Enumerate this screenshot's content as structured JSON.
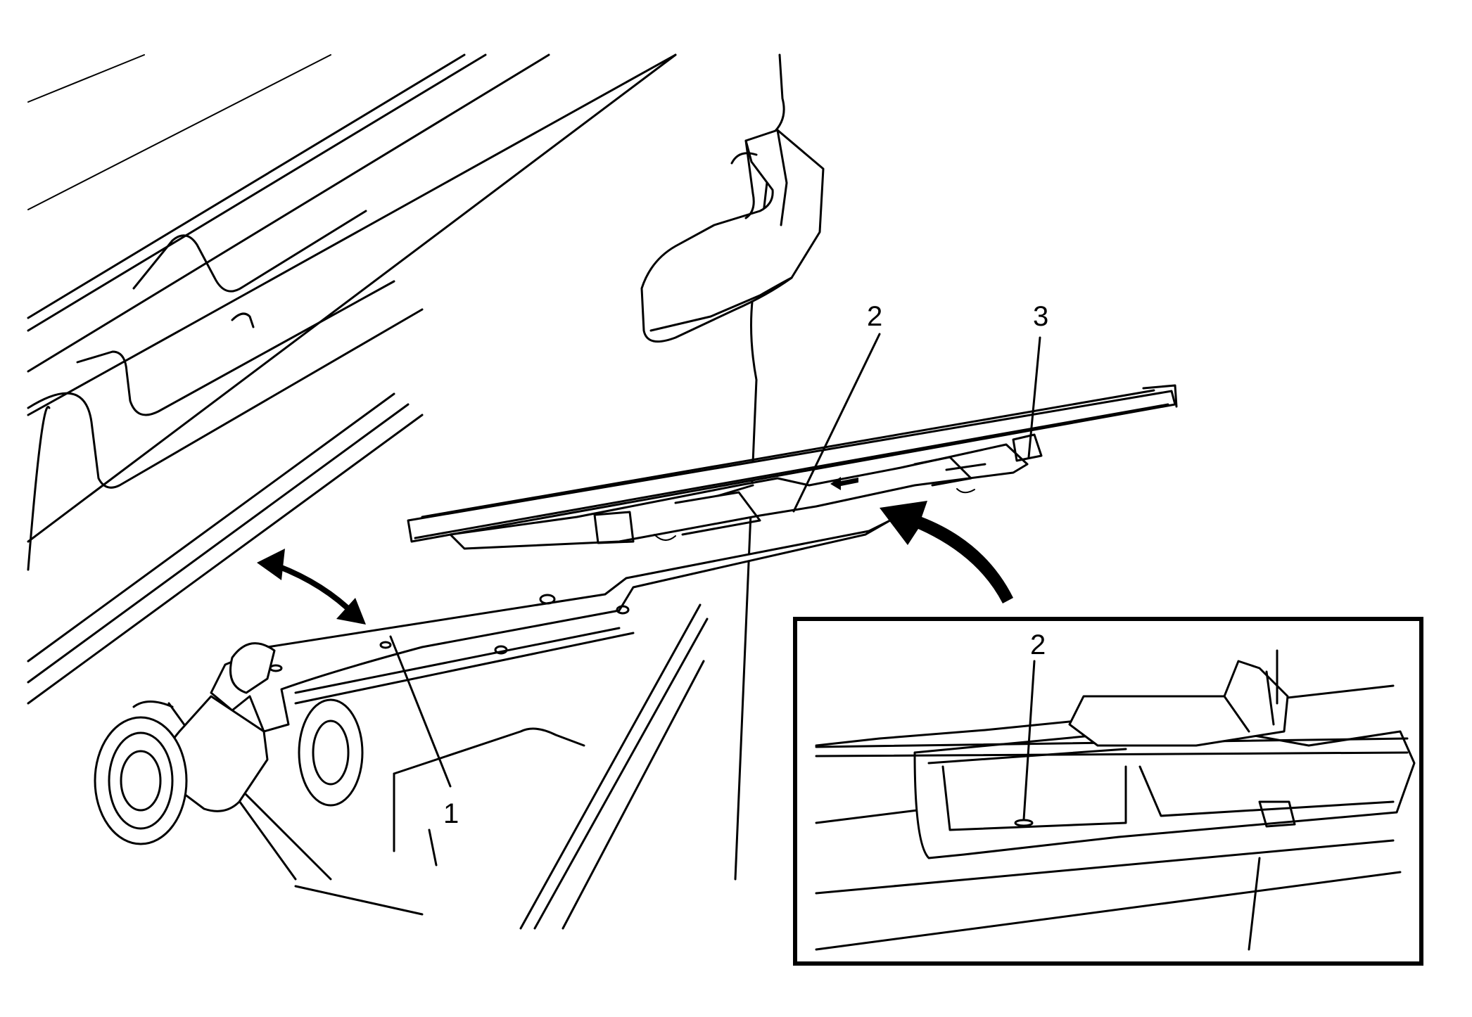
{
  "callouts": {
    "c1": "1",
    "c2": "2",
    "c3": "3",
    "c2_detail": "2"
  },
  "icons": [
    "pivot-arrow-icon",
    "curved-arrow-icon",
    "slide-arrow-icon"
  ]
}
